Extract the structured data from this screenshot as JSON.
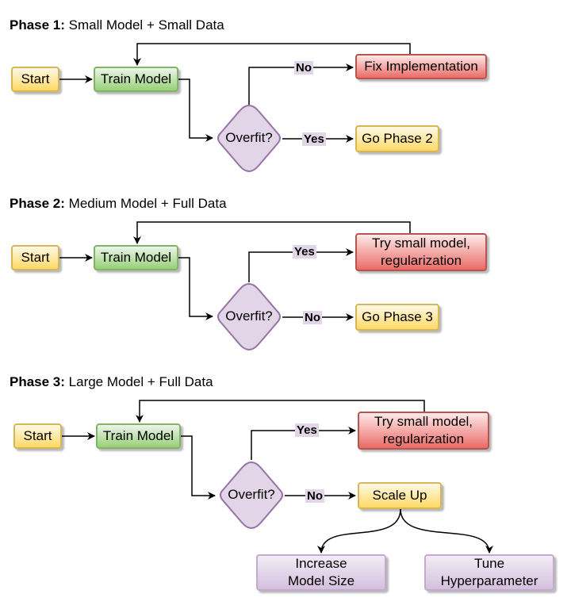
{
  "phases": [
    {
      "title_bold": "Phase 1:",
      "title_rest": " Small Model + Small Data",
      "start": "Start",
      "train": "Train Model",
      "decision": "Overfit?",
      "top_edge": "No",
      "top_box": "Fix Implementation",
      "bottom_edge": "Yes",
      "bottom_box": "Go Phase 2"
    },
    {
      "title_bold": "Phase 2:",
      "title_rest": " Medium Model + Full Data",
      "start": "Start",
      "train": "Train Model",
      "decision": "Overfit?",
      "top_edge": "Yes",
      "top_box_line1": "Try small model,",
      "top_box_line2": "regularization",
      "bottom_edge": "No",
      "bottom_box": "Go Phase 3"
    },
    {
      "title_bold": "Phase 3:",
      "title_rest": " Large Model + Full Data",
      "start": "Start",
      "train": "Train Model",
      "decision": "Overfit?",
      "top_edge": "Yes",
      "top_box_line1": "Try small model,",
      "top_box_line2": "regularization",
      "bottom_edge": "No",
      "bottom_box": "Scale Up",
      "leaf1_line1": "Increase",
      "leaf1_line2": "Model Size",
      "leaf2_line1": "Tune",
      "leaf2_line2": "Hyperparameter"
    }
  ],
  "colors": {
    "start": "#fff2cc",
    "train": "#d5e8d4",
    "fix": "#f8cecc",
    "decision": "#e1d5e7",
    "edge_label_bg": "#e1d5e7"
  }
}
